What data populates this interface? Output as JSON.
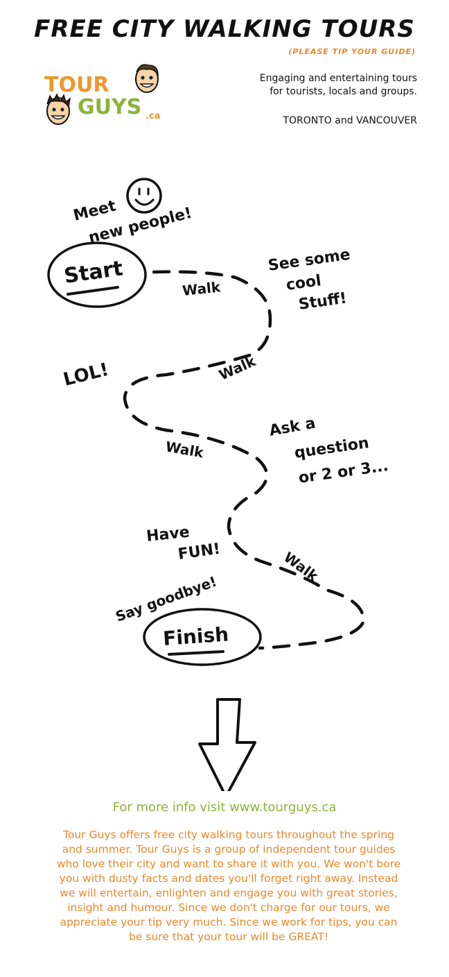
{
  "header": {
    "title": "FREE CITY WALKING TOURS",
    "subtitle": "(PLEASE TIP YOUR GUIDE)",
    "tagline_lines": [
      "Engaging and entertaining tours",
      "for tourists, locals and groups."
    ],
    "cities": "TORONTO and VANCOUVER"
  },
  "logo": {
    "word1": "TOUR",
    "word2": "GUYS",
    "suffix": ".ca",
    "color_tour": "#f0962c",
    "color_guys": "#8db33c"
  },
  "journey": {
    "meet": [
      "Meet",
      "new people!"
    ],
    "start": "Start",
    "walk": "Walk",
    "cool": [
      "See some",
      "cool",
      "Stuff!"
    ],
    "lol": "LOL!",
    "ask": [
      "Ask a",
      "question",
      "or 2 or 3..."
    ],
    "fun": [
      "Have",
      "FUN!"
    ],
    "goodbye": "Say goodbye!",
    "finish": "Finish"
  },
  "footer": {
    "more_info": "For more info visit www.tourguys.ca",
    "about_lines": [
      "Tour Guys offers free city walking tours throughout the spring",
      "and summer. Tour Guys is a group of independent tour guides",
      "who love their city and want to share it with you. We won't bore",
      "you with dusty facts and dates you'll forget right away. Instead",
      "we will entertain, enlighten and engage you with great stories,",
      "insight and humour. Since we don't charge for our tours, we",
      "appreciate your tip very much. Since we work for tips, you can",
      "be sure that your tour will be GREAT!"
    ],
    "color_link": "#8db33c",
    "color_body": "#e8892a"
  }
}
